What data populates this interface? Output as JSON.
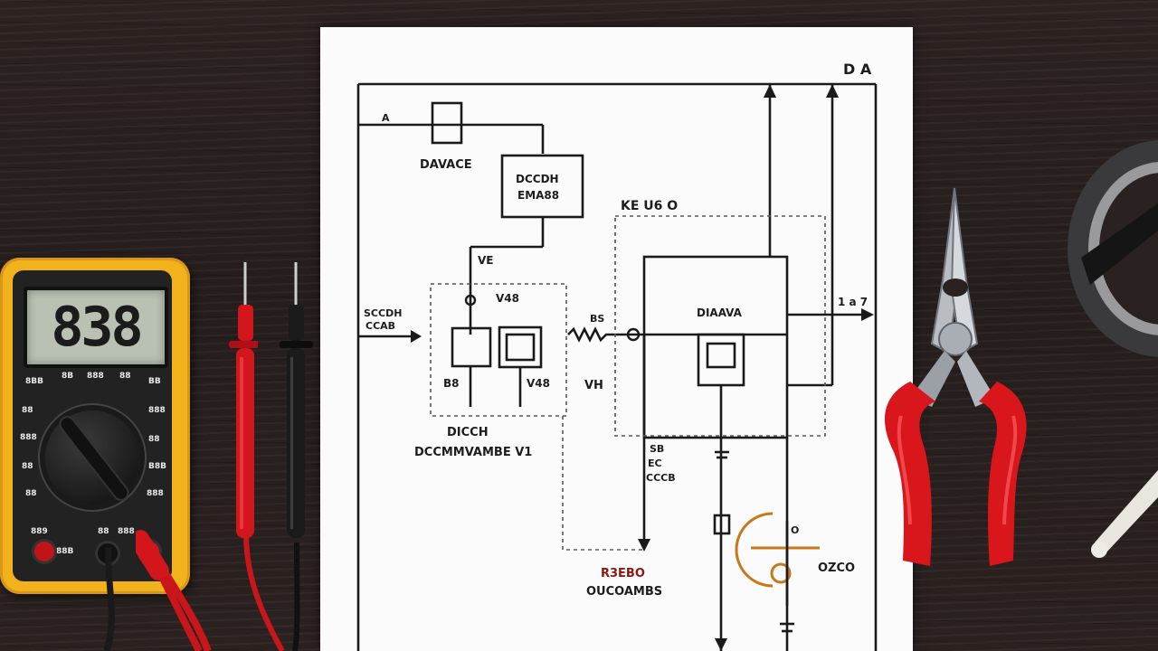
{
  "multimeter": {
    "display": "838",
    "labels": [
      "8BB",
      "8B",
      "888",
      "88",
      "BB",
      "88",
      "888",
      "888",
      "88",
      "88",
      "B8B",
      "88",
      "888",
      "889",
      "88",
      "888",
      "88B"
    ]
  },
  "schematic": {
    "corner_label": "D A",
    "labels": {
      "top_left_small": "A",
      "switch_caption": "DAVACE",
      "top_box_line1": "DCCDH",
      "top_box_line2": "EMA88",
      "mid_left_tag": "VE",
      "left_side_line1": "SCCDH",
      "left_side_line2": "CCAB",
      "inner_box_top": "V48",
      "inner_box_bl": "B8",
      "inner_box_br": "V48",
      "inner_caption_line1": "DICCH",
      "inner_caption_line2": "DCCMMVAMBE V1",
      "coil_label": "BS",
      "wave_label": "VH",
      "right_region_label": "KE U6 O",
      "right_box_label": "DIAAVA",
      "right_tag": "1 a 7",
      "below_box_line1": "SB",
      "below_box_line2": "EC",
      "below_box_line3": "CCCB",
      "bottom_center_line1": "R3EBO",
      "bottom_center_line2": "OUCOAMBS",
      "bottom_right": "OZCO",
      "bulb_label": "O"
    }
  },
  "colors": {
    "desk": "#2a2220",
    "paper": "#fbfbfb",
    "meter_body": "#f2b21b",
    "plier_handle": "#d8161b",
    "probe_red": "#d3161c",
    "bottom_center_accent": "#8a1a10"
  },
  "icons": [
    "multimeter-icon",
    "probe-icon",
    "pliers-icon",
    "tape-roll-icon"
  ]
}
